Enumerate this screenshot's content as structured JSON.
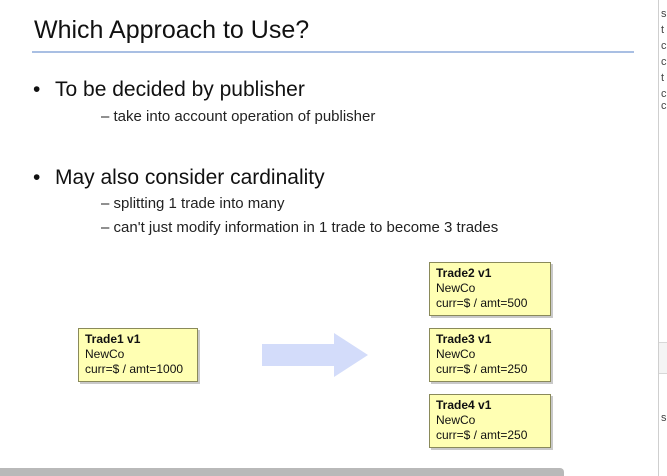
{
  "slide": {
    "title": "Which Approach to Use?",
    "bullets": [
      {
        "text": "To be decided by publisher",
        "subs": [
          "take into account operation of publisher"
        ]
      },
      {
        "text": "May also consider cardinality",
        "subs": [
          "splitting 1 trade into many",
          "can't just modify information in 1 trade to become 3 trades"
        ]
      }
    ],
    "bullet_glyph": "•",
    "dash_glyph": "–",
    "diagram": {
      "source": {
        "name": "Trade1 v1",
        "company": "NewCo",
        "detail": "curr=$ / amt=1000"
      },
      "targets": [
        {
          "name": "Trade2 v1",
          "company": "NewCo",
          "detail": "curr=$ / amt=500"
        },
        {
          "name": "Trade3 v1",
          "company": "NewCo",
          "detail": "curr=$ / amt=250"
        },
        {
          "name": "Trade4 v1",
          "company": "NewCo",
          "detail": "curr=$ / amt=250"
        }
      ],
      "arrow_icon": "right-arrow-icon"
    }
  },
  "right_panel": {
    "fragments": [
      "s",
      "t",
      "c",
      "c",
      "t",
      "c",
      "c",
      "s"
    ]
  },
  "colors": {
    "title_rule": "#a9bfe3",
    "box_fill": "#ffffb3",
    "arrow_fill": "#d3dcfa",
    "scrollbar": "#b9b9b9"
  }
}
